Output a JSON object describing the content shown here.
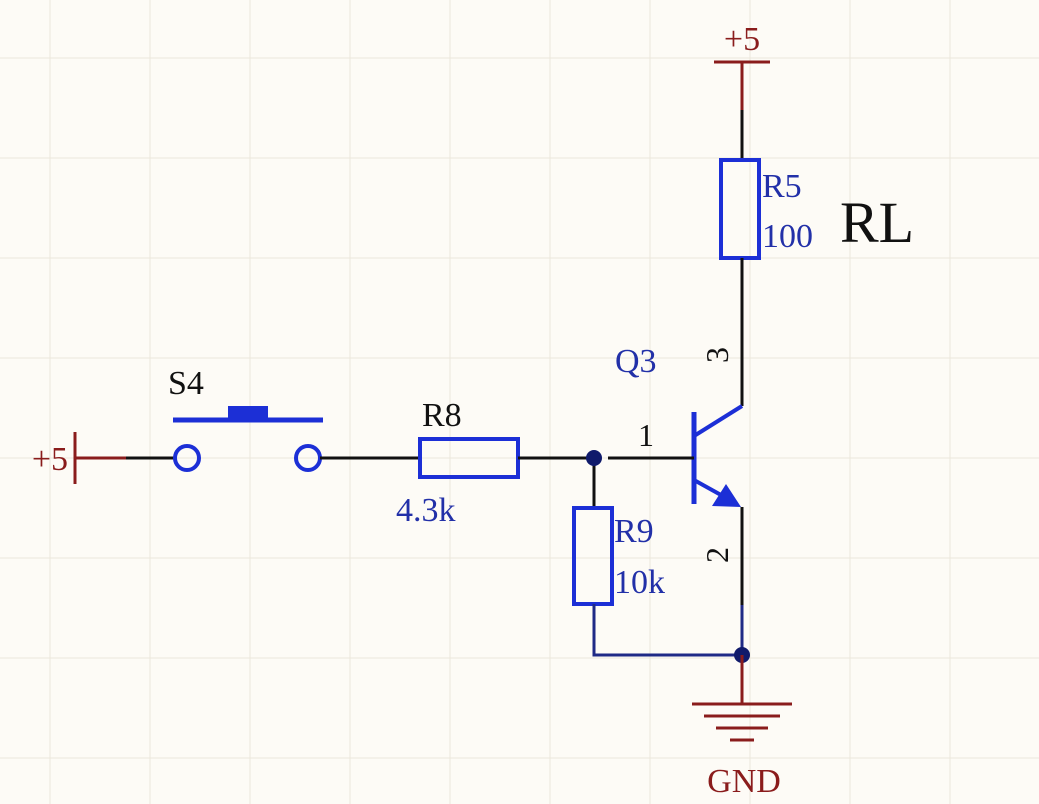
{
  "colors": {
    "background": "#fdfbf6",
    "grid": "#ebe7dc",
    "wire": "#111111",
    "net_wire": "#1f2a86",
    "component": "#1c2fd6",
    "power": "#8a1c1c",
    "text_blue": "#2230a8",
    "text_power": "#8a1c1c",
    "text_note": "#111111",
    "junction": "#101a6b"
  },
  "power": {
    "vcc_top": "+5",
    "vcc_left": "+5",
    "ground": "GND"
  },
  "components": {
    "switch": {
      "designator": "S4"
    },
    "r8": {
      "designator": "R8",
      "value": "4.3k"
    },
    "r9": {
      "designator": "R9",
      "value": "10k"
    },
    "r5": {
      "designator": "R5",
      "value": "100"
    },
    "q3": {
      "designator": "Q3",
      "pin_base": "1",
      "pin_emitter": "2",
      "pin_collector": "3"
    }
  },
  "annotation": {
    "load_label": "RL"
  }
}
